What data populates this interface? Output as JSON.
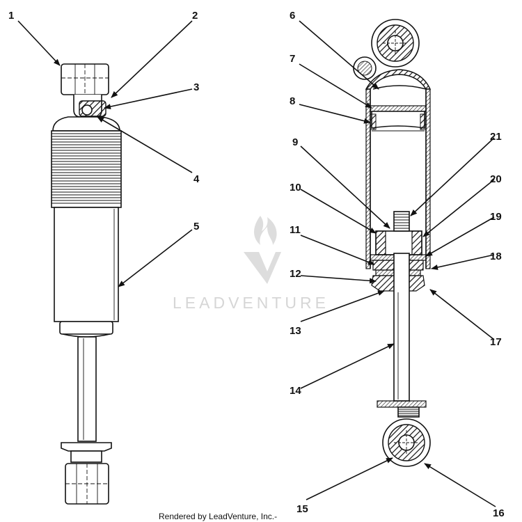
{
  "callouts": [
    {
      "id": "1",
      "text": "1"
    },
    {
      "id": "2",
      "text": "2"
    },
    {
      "id": "3",
      "text": "3"
    },
    {
      "id": "4",
      "text": "4"
    },
    {
      "id": "5",
      "text": "5"
    },
    {
      "id": "6",
      "text": "6"
    },
    {
      "id": "7",
      "text": "7"
    },
    {
      "id": "8",
      "text": "8"
    },
    {
      "id": "9",
      "text": "9"
    },
    {
      "id": "10",
      "text": "10"
    },
    {
      "id": "11",
      "text": "11"
    },
    {
      "id": "12",
      "text": "12"
    },
    {
      "id": "13",
      "text": "13"
    },
    {
      "id": "14",
      "text": "14"
    },
    {
      "id": "15",
      "text": "15"
    },
    {
      "id": "16",
      "text": "16"
    },
    {
      "id": "17",
      "text": "17"
    },
    {
      "id": "18",
      "text": "18"
    },
    {
      "id": "19",
      "text": "19"
    },
    {
      "id": "20",
      "text": "20"
    },
    {
      "id": "21",
      "text": "21"
    }
  ],
  "watermark": {
    "text": "LEADVENTURE",
    "icon": "leadventure-flame-logo-icon"
  },
  "footer": {
    "text": "Rendered by LeadVenture, Inc.-"
  },
  "colors": {
    "ink": "#111111",
    "watermark": "#d6d6d6",
    "background": "#ffffff"
  }
}
